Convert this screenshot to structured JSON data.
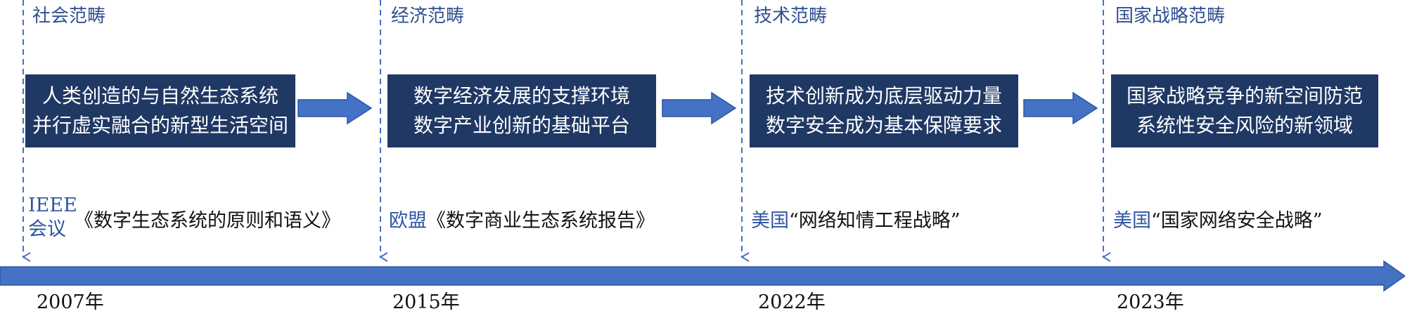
{
  "paradigms": [
    {
      "title": "社会范畴",
      "box_lines": [
        "人类创造的与自然生态系统",
        "并行虚实融合的新型生活空间"
      ],
      "source_org": "IEEE 会议",
      "source_title": "《数字生态系统的原则和语义》",
      "year": "2007年"
    },
    {
      "title": "经济范畴",
      "box_lines": [
        "数字经济发展的支撑环境",
        "数字产业创新的基础平台"
      ],
      "source_org": "欧盟",
      "source_title": "《数字商业生态系统报告》",
      "year": "2015年"
    },
    {
      "title": "技术范畴",
      "box_lines": [
        "技术创新成为底层驱动力量",
        "数字安全成为基本保障要求"
      ],
      "source_org": "美国",
      "source_title": "“网络知情工程战略”",
      "year": "2022年"
    },
    {
      "title": "国家战略范畴",
      "box_lines": [
        "国家战略竞争的新空间防范",
        "系统性安全风险的新领域"
      ],
      "source_org": "美国",
      "source_title": "“国家网络安全战略”",
      "year": "2023年"
    }
  ],
  "ieee_parts": [
    "IEEE",
    "会议"
  ],
  "colors": {
    "box_fill": "#1f3864",
    "arrow_fill": "#4472c4",
    "title_text": "#2f4f8f",
    "org_text": "#2f55a4",
    "dashed_line": "#4472c4"
  }
}
